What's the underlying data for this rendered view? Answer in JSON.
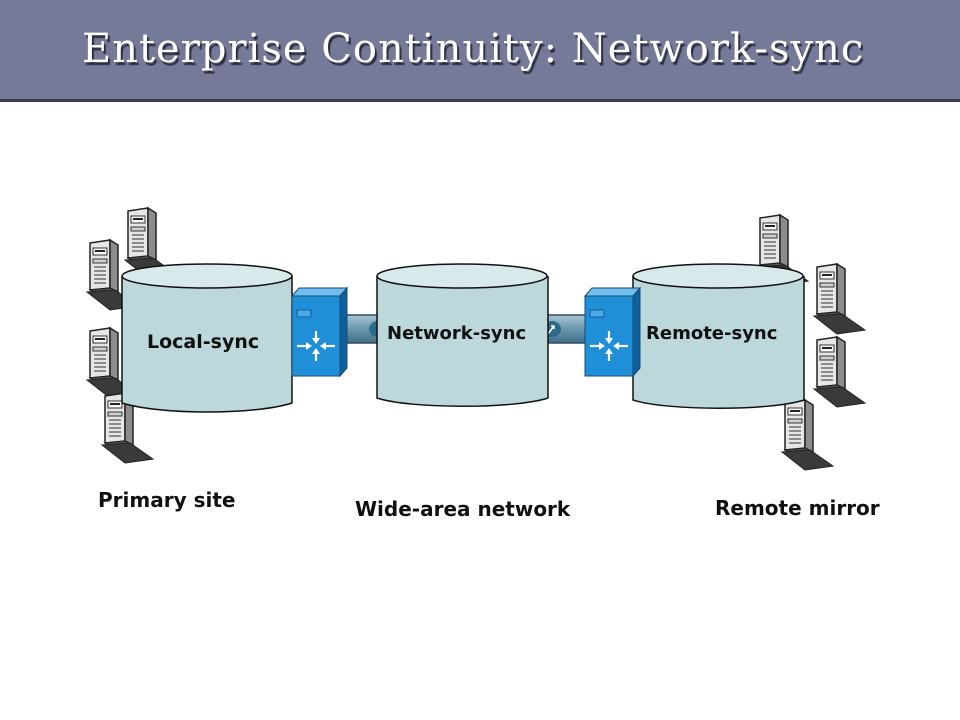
{
  "slide": {
    "title": "Enterprise Continuity: Network-sync"
  },
  "diagram": {
    "cylinders": {
      "local": "Local-sync",
      "network": "Network-sync",
      "remote": "Remote-sync"
    },
    "sites": {
      "primary": "Primary site",
      "wan": "Wide-area network",
      "remote": "Remote mirror"
    },
    "icons": {
      "server": "server-tower-icon",
      "router": "router-switch-icon"
    },
    "colors": {
      "title_bar": "#757a98",
      "cylinder": "#bcd8da",
      "router": "#1f8fd8",
      "pipe": "#5f8ea6"
    }
  }
}
